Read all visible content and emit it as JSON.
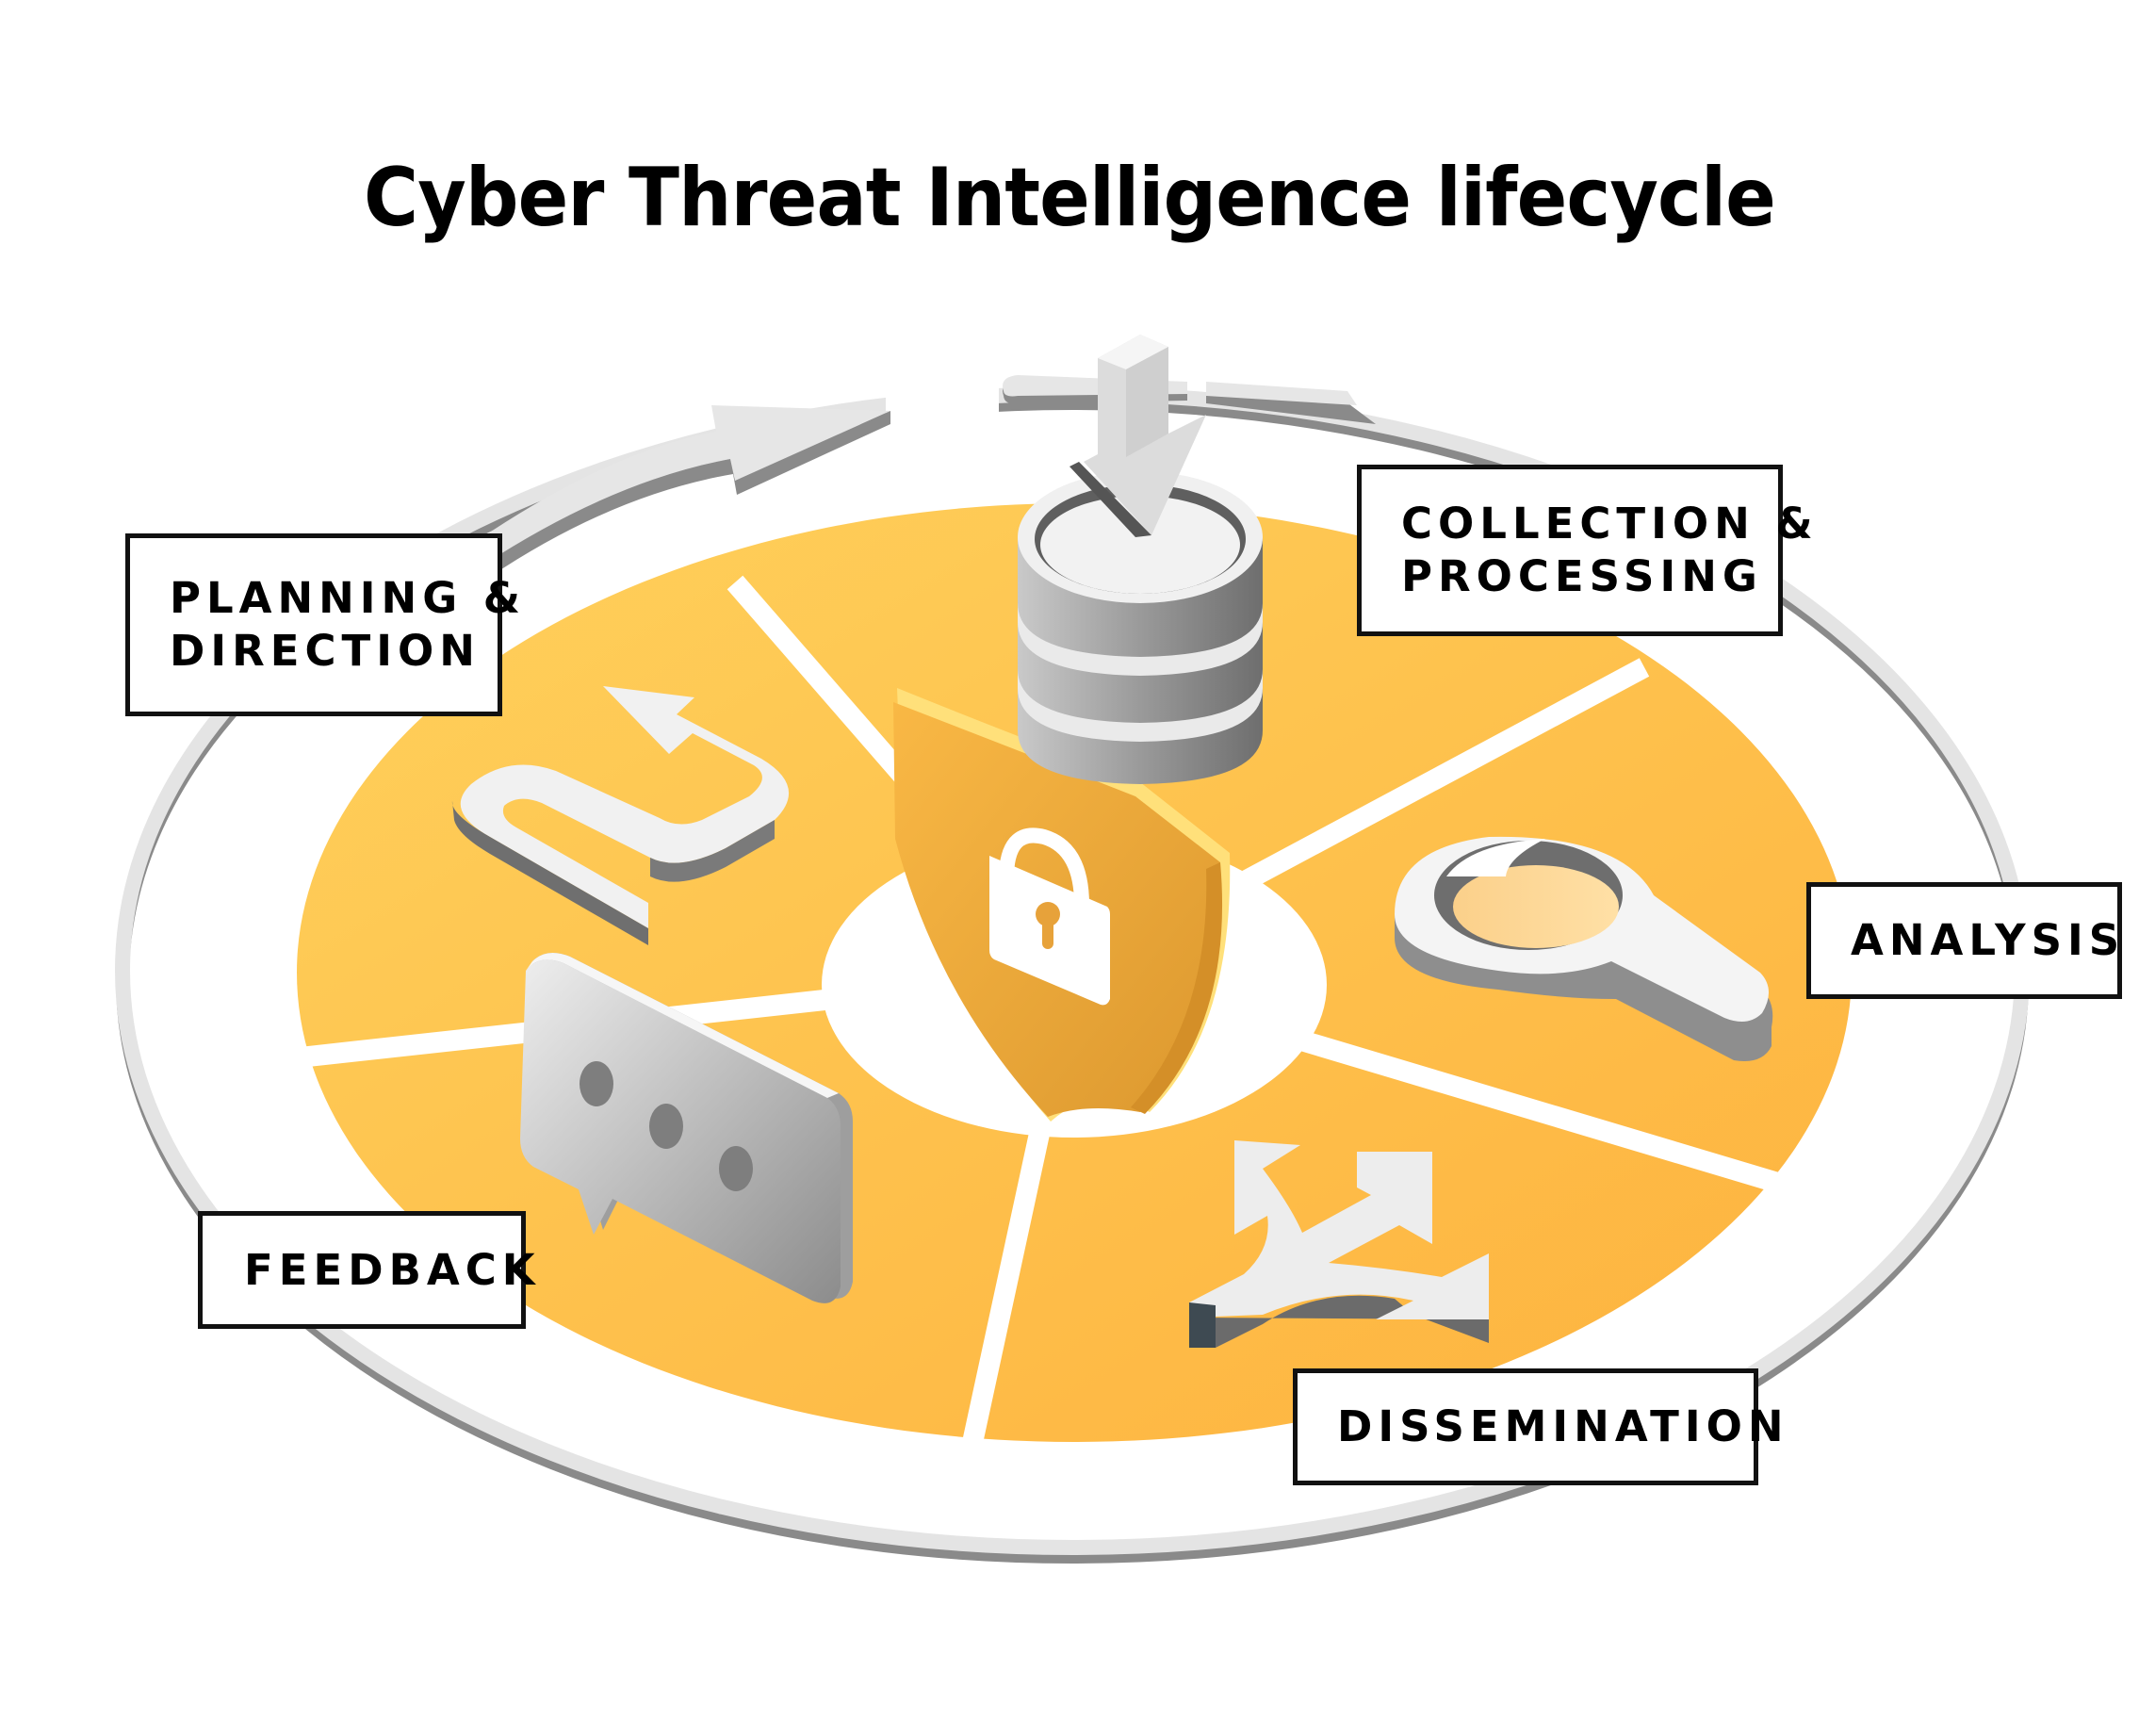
{
  "title": "Cyber Threat Intelligence lifecycle",
  "colors": {
    "wheel_yellow": "#FDBF4A",
    "wheel_yellow_light": "#FFD460",
    "shield": "#F4B03F",
    "shield_dark": "#E09A2F",
    "ring_light": "#E6E6E6",
    "ring_dark": "#8A8A8A",
    "label_border": "#111111",
    "text": "#000000"
  },
  "stages": [
    {
      "id": "planning",
      "lines": [
        "PLANNING &",
        "DIRECTION"
      ],
      "icon": "winding-arrow-icon"
    },
    {
      "id": "collection",
      "lines": [
        "COLLECTION &",
        "PROCESSING"
      ],
      "icon": "database-download-icon"
    },
    {
      "id": "analysis",
      "lines": [
        "ANALYSIS"
      ],
      "icon": "magnifying-glass-icon"
    },
    {
      "id": "dissemination",
      "lines": [
        "DISSEMINATION"
      ],
      "icon": "split-arrows-icon"
    },
    {
      "id": "feedback",
      "lines": [
        "FEEDBACK"
      ],
      "icon": "speech-bubble-icon"
    }
  ],
  "center": {
    "icon": "shield-lock-icon"
  }
}
